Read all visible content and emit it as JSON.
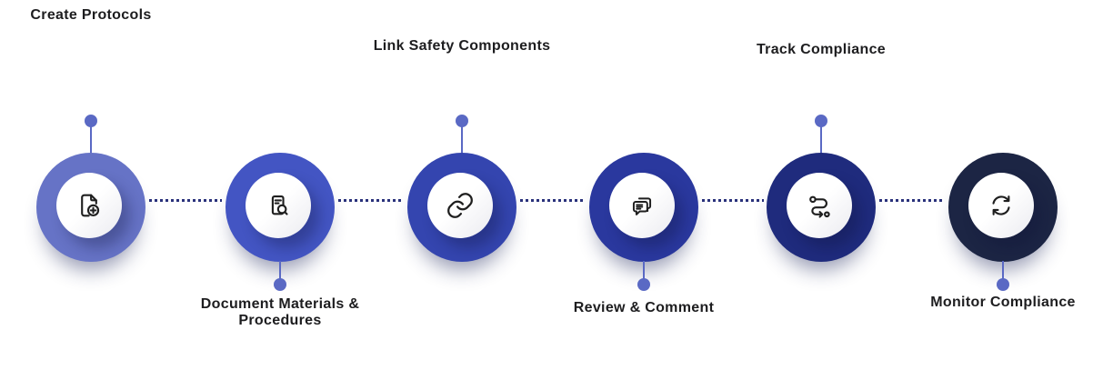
{
  "diagram": {
    "title_hint": "safety workflow process diagram",
    "label_color": "#1d1d1f",
    "icon_color": "#1f1f1f",
    "stem_color": "#5a69c4",
    "connector_color": "#2a327b",
    "steps": [
      {
        "id": "create-protocols",
        "label": "Create Protocols",
        "icon": "file-plus-icon",
        "ring_color": "#6673C6",
        "label_position": "top"
      },
      {
        "id": "document-materials-procedures",
        "label": "Document Materials & Procedures",
        "icon": "file-search-icon",
        "ring_color": "#4355C3",
        "label_position": "bottom"
      },
      {
        "id": "link-safety-components",
        "label": "Link Safety Components",
        "icon": "link-icon",
        "ring_color": "#3445AF",
        "label_position": "top"
      },
      {
        "id": "review-comment",
        "label": "Review & Comment",
        "icon": "chat-bubbles-icon",
        "ring_color": "#2A389E",
        "label_position": "bottom"
      },
      {
        "id": "track-compliance",
        "label": "Track Compliance",
        "icon": "route-icon",
        "ring_color": "#1F2B7D",
        "label_position": "top"
      },
      {
        "id": "monitor-compliance",
        "label": "Monitor Compliance",
        "icon": "sync-icon",
        "ring_color": "#1C2544",
        "label_position": "bottom"
      }
    ]
  }
}
